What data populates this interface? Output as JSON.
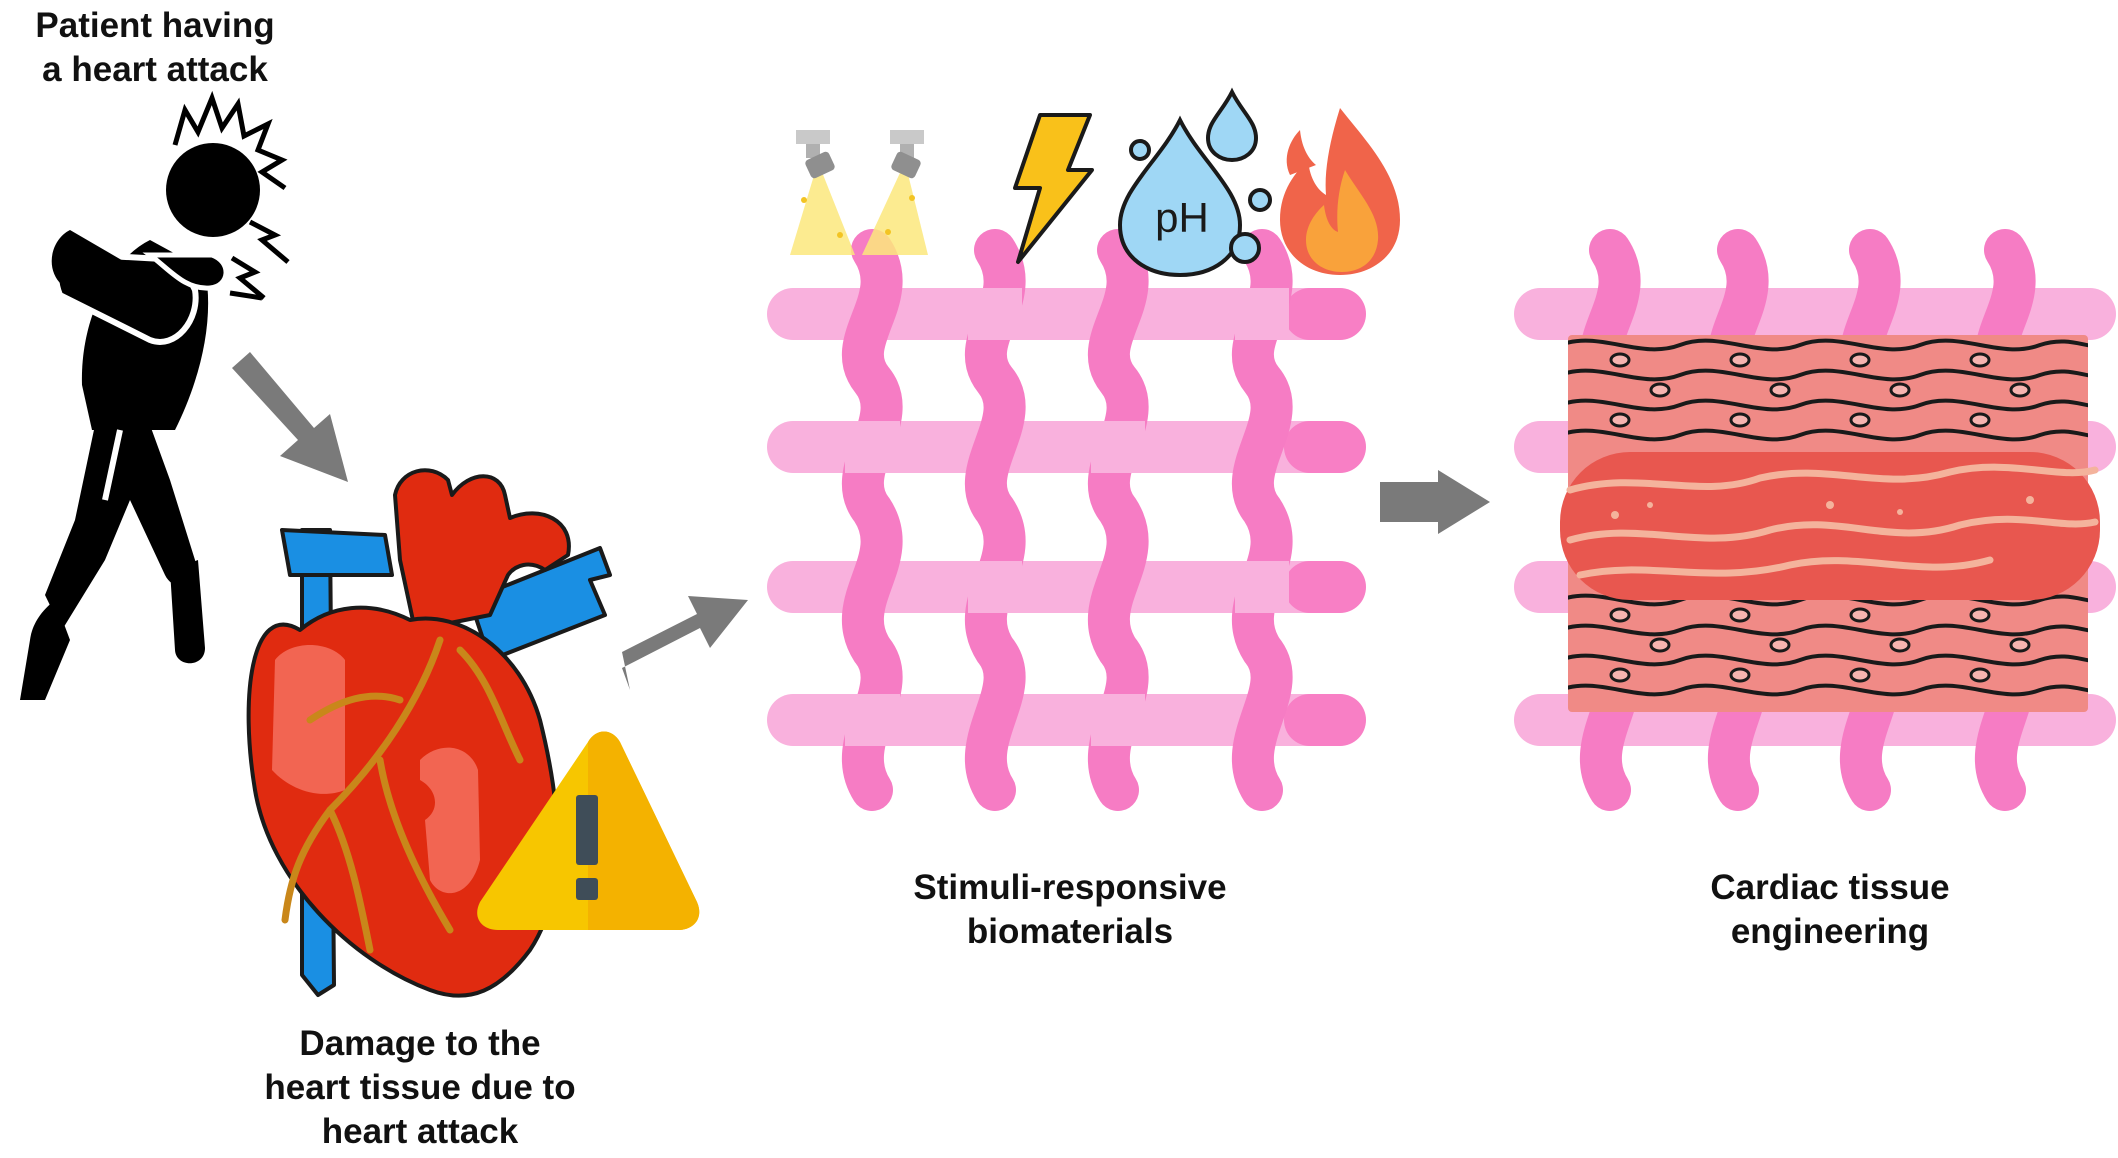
{
  "captions": {
    "patient": {
      "line1": "Patient having",
      "line2": "a heart attack"
    },
    "damage": {
      "line1": "Damage to the",
      "line2": "heart tissue due to",
      "line3": "heart attack"
    },
    "biomaterials": {
      "line1": "Stimuli-responsive",
      "line2": "biomaterials"
    },
    "cardiac": {
      "line1": "Cardiac tissue",
      "line2": "engineering"
    }
  },
  "stimuli": {
    "ph_label": "pH",
    "icons": [
      "light-spotlight-icon",
      "lightning-bolt-icon",
      "ph-water-drop-icon",
      "flame-icon"
    ]
  },
  "colors": {
    "arrow": "#7a7a7a",
    "fiber_horizontal": "#f9b1dd",
    "fiber_vertical": "#f67cc4",
    "heart_red": "#e02b10",
    "vessel_blue": "#1a8fe3",
    "warning_yellow": "#f7c600",
    "muscle_red": "#e8574f",
    "cell_pink": "#f08a86"
  }
}
